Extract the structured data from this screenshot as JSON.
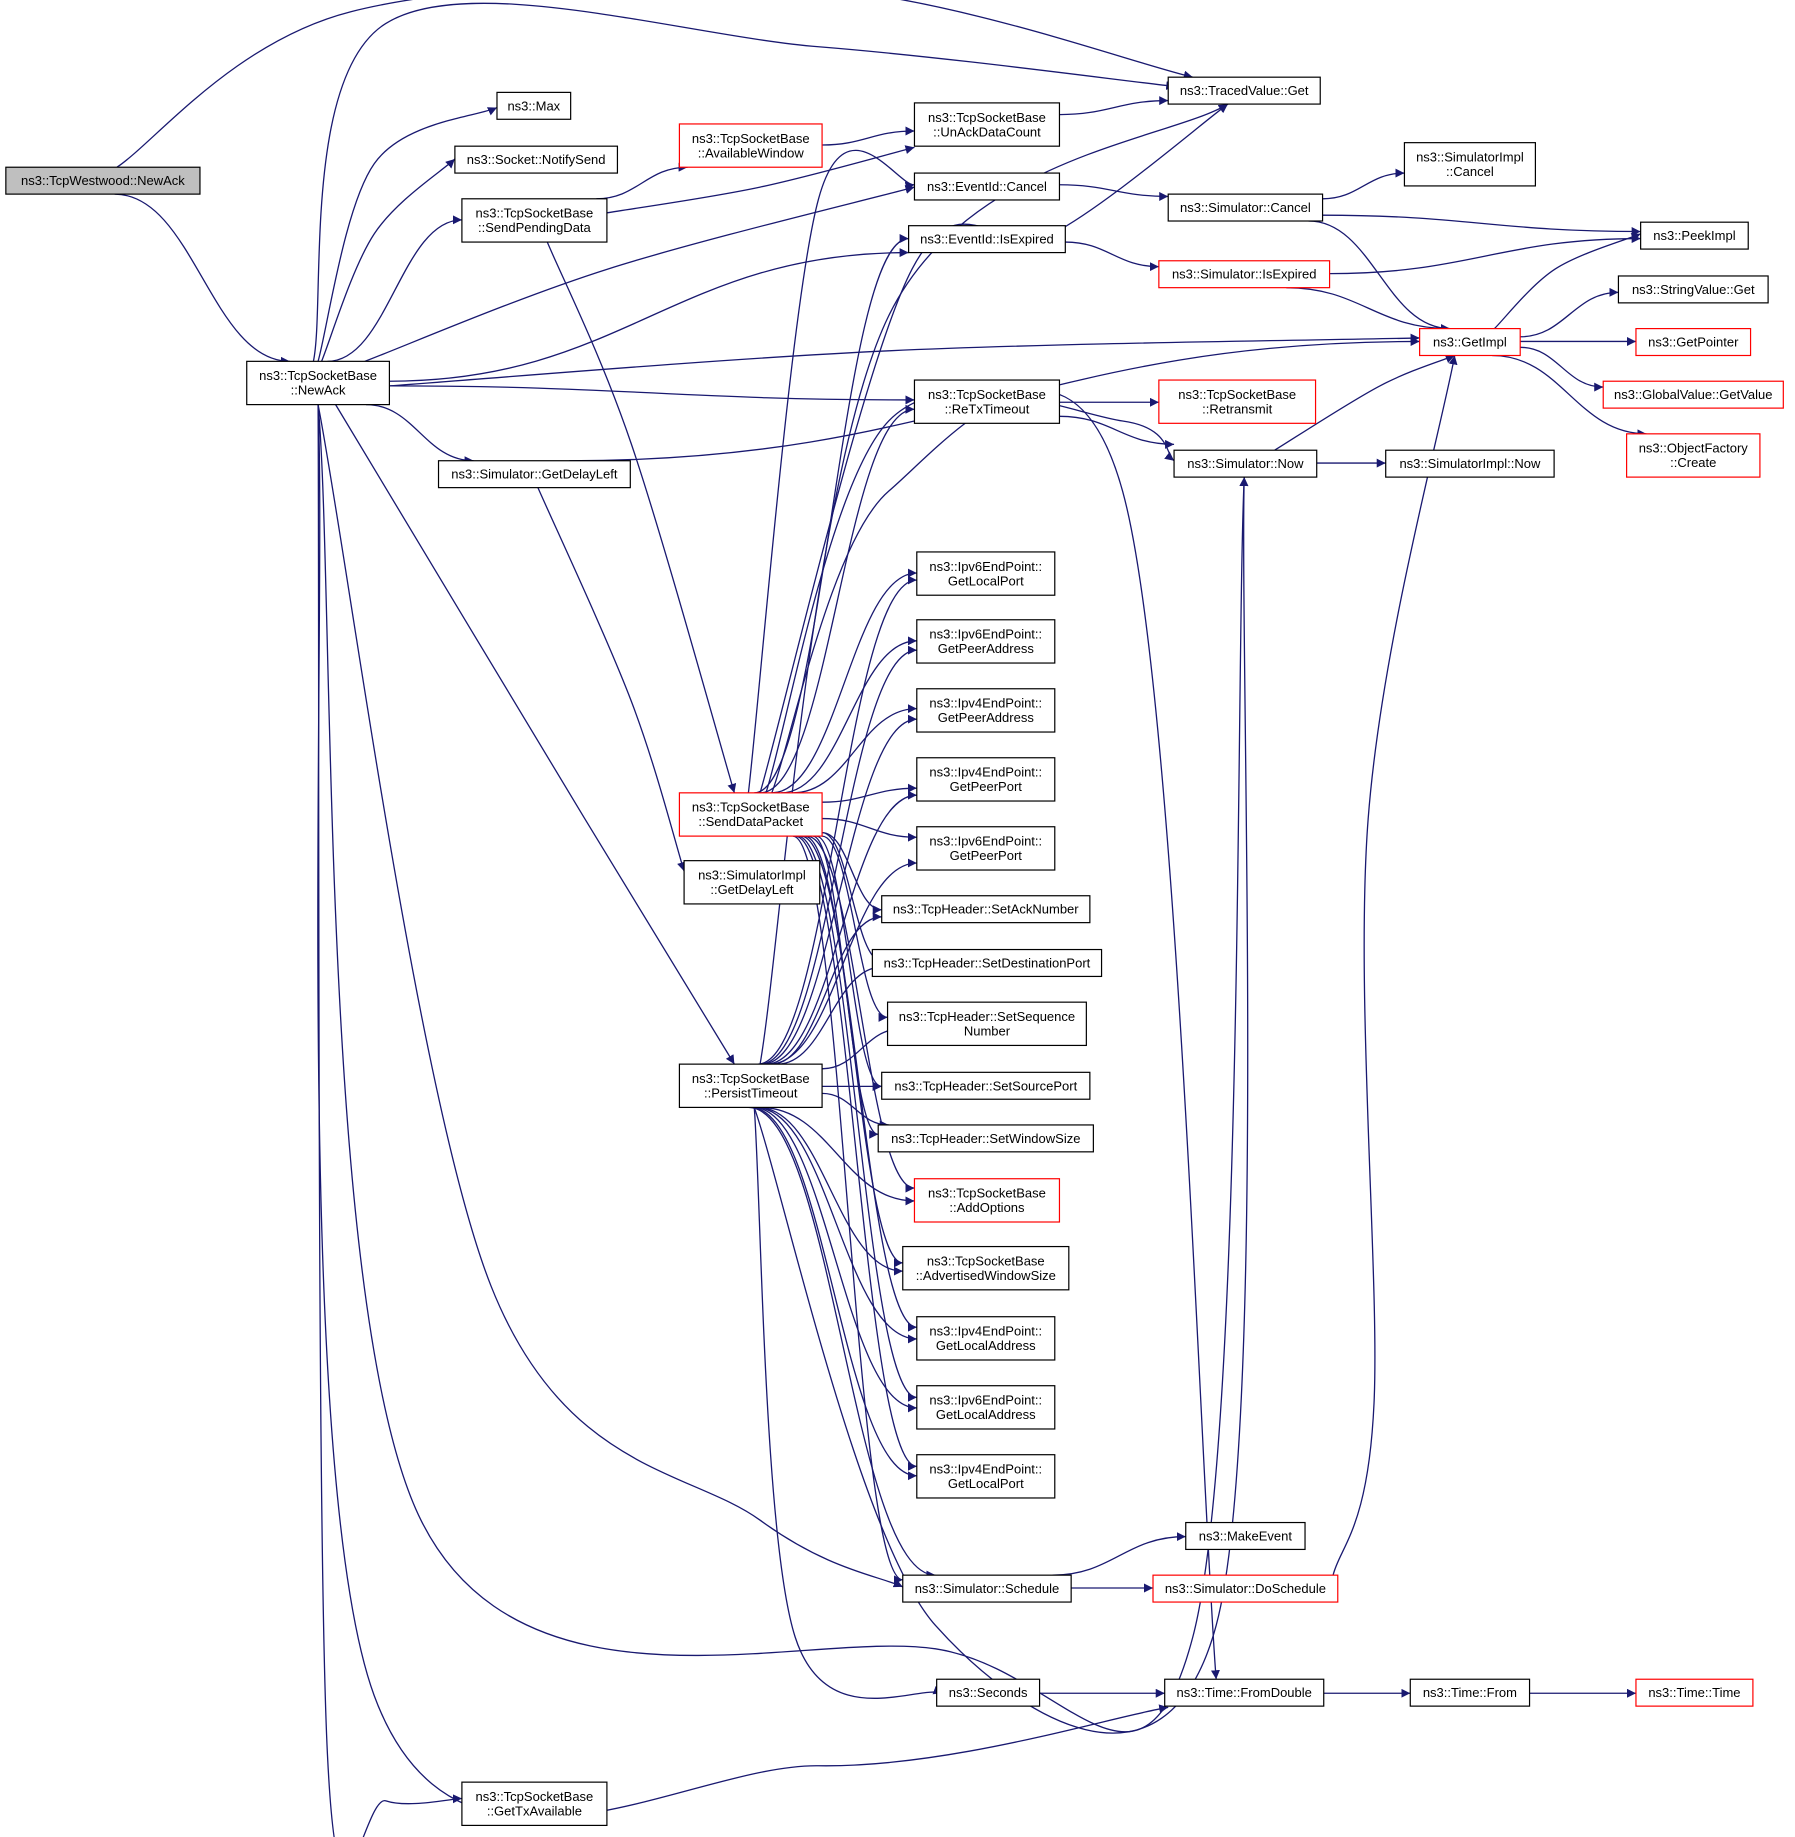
{
  "colors": {
    "edge": "#191970",
    "node_border": "#000000",
    "node_border_truncated": "#ff0000",
    "node_fill": "#ffffff",
    "root_fill": "#bfbfbf"
  },
  "nodes": [
    {
      "id": "n0",
      "lines": [
        "ns3::TcpWestwood::NewAck"
      ],
      "root": true
    },
    {
      "id": "n1",
      "lines": [
        "ns3::TcpSocketBase",
        "::NewAck"
      ]
    },
    {
      "id": "n2",
      "lines": [
        "ns3::TracedValue::Get"
      ]
    },
    {
      "id": "n3",
      "lines": [
        "ns3::Max"
      ]
    },
    {
      "id": "n4",
      "lines": [
        "ns3::Socket::NotifySend"
      ]
    },
    {
      "id": "n5",
      "lines": [
        "ns3::TcpSocketBase",
        "::SendPendingData"
      ]
    },
    {
      "id": "n6",
      "lines": [
        "ns3::TcpSocketBase",
        "::AvailableWindow"
      ],
      "truncated": true
    },
    {
      "id": "n7",
      "lines": [
        "ns3::TcpSocketBase",
        "::UnAckDataCount"
      ]
    },
    {
      "id": "n8",
      "lines": [
        "ns3::EventId::Cancel"
      ]
    },
    {
      "id": "n9",
      "lines": [
        "ns3::EventId::IsExpired"
      ]
    },
    {
      "id": "n10",
      "lines": [
        "ns3::Simulator::Cancel"
      ]
    },
    {
      "id": "n11",
      "lines": [
        "ns3::SimulatorImpl",
        "::Cancel"
      ]
    },
    {
      "id": "n12",
      "lines": [
        "ns3::PeekImpl"
      ]
    },
    {
      "id": "n13",
      "lines": [
        "ns3::Simulator::IsExpired"
      ],
      "truncated": true
    },
    {
      "id": "n14",
      "lines": [
        "ns3::GetImpl"
      ],
      "truncated": true
    },
    {
      "id": "n15",
      "lines": [
        "ns3::StringValue::Get"
      ]
    },
    {
      "id": "n16",
      "lines": [
        "ns3::GetPointer"
      ],
      "truncated": true
    },
    {
      "id": "n17",
      "lines": [
        "ns3::GlobalValue::GetValue"
      ],
      "truncated": true
    },
    {
      "id": "n18",
      "lines": [
        "ns3::ObjectFactory",
        "::Create"
      ],
      "truncated": true
    },
    {
      "id": "n19",
      "lines": [
        "ns3::Simulator::GetDelayLeft"
      ]
    },
    {
      "id": "n20",
      "lines": [
        "ns3::TcpSocketBase",
        "::ReTxTimeout"
      ]
    },
    {
      "id": "n21",
      "lines": [
        "ns3::TcpSocketBase",
        "::Retransmit"
      ],
      "truncated": true
    },
    {
      "id": "n22",
      "lines": [
        "ns3::Simulator::Now"
      ]
    },
    {
      "id": "n23",
      "lines": [
        "ns3::SimulatorImpl::Now"
      ]
    },
    {
      "id": "n24",
      "lines": [
        "ns3::Ipv6EndPoint::",
        "GetLocalPort"
      ]
    },
    {
      "id": "n25",
      "lines": [
        "ns3::Ipv6EndPoint::",
        "GetPeerAddress"
      ]
    },
    {
      "id": "n26",
      "lines": [
        "ns3::Ipv4EndPoint::",
        "GetPeerAddress"
      ]
    },
    {
      "id": "n27",
      "lines": [
        "ns3::Ipv4EndPoint::",
        "GetPeerPort"
      ]
    },
    {
      "id": "n28",
      "lines": [
        "ns3::TcpSocketBase",
        "::SendDataPacket"
      ],
      "truncated": true
    },
    {
      "id": "n29",
      "lines": [
        "ns3::Ipv6EndPoint::",
        "GetPeerPort"
      ]
    },
    {
      "id": "n30",
      "lines": [
        "ns3::SimulatorImpl",
        "::GetDelayLeft"
      ]
    },
    {
      "id": "n31",
      "lines": [
        "ns3::TcpHeader::SetAckNumber"
      ]
    },
    {
      "id": "n32",
      "lines": [
        "ns3::TcpHeader::SetDestinationPort"
      ]
    },
    {
      "id": "n33",
      "lines": [
        "ns3::TcpHeader::SetSequence",
        "Number"
      ]
    },
    {
      "id": "n34",
      "lines": [
        "ns3::TcpSocketBase",
        "::PersistTimeout"
      ]
    },
    {
      "id": "n35",
      "lines": [
        "ns3::TcpHeader::SetSourcePort"
      ]
    },
    {
      "id": "n36",
      "lines": [
        "ns3::TcpHeader::SetWindowSize"
      ]
    },
    {
      "id": "n37",
      "lines": [
        "ns3::TcpSocketBase",
        "::AddOptions"
      ],
      "truncated": true
    },
    {
      "id": "n38",
      "lines": [
        "ns3::TcpSocketBase",
        "::AdvertisedWindowSize"
      ]
    },
    {
      "id": "n39",
      "lines": [
        "ns3::Ipv4EndPoint::",
        "GetLocalAddress"
      ]
    },
    {
      "id": "n40",
      "lines": [
        "ns3::Ipv6EndPoint::",
        "GetLocalAddress"
      ]
    },
    {
      "id": "n41",
      "lines": [
        "ns3::Ipv4EndPoint::",
        "GetLocalPort"
      ]
    },
    {
      "id": "n42",
      "lines": [
        "ns3::MakeEvent"
      ]
    },
    {
      "id": "n43",
      "lines": [
        "ns3::Simulator::Schedule"
      ]
    },
    {
      "id": "n44",
      "lines": [
        "ns3::Simulator::DoSchedule"
      ],
      "truncated": true
    },
    {
      "id": "n45",
      "lines": [
        "ns3::Seconds"
      ]
    },
    {
      "id": "n46",
      "lines": [
        "ns3::Time::FromDouble"
      ]
    },
    {
      "id": "n47",
      "lines": [
        "ns3::Time::From"
      ]
    },
    {
      "id": "n48",
      "lines": [
        "ns3::Time::Time"
      ],
      "truncated": true
    },
    {
      "id": "n49",
      "lines": [
        "ns3::TcpSocketBase",
        "::GetTxAvailable"
      ]
    }
  ]
}
